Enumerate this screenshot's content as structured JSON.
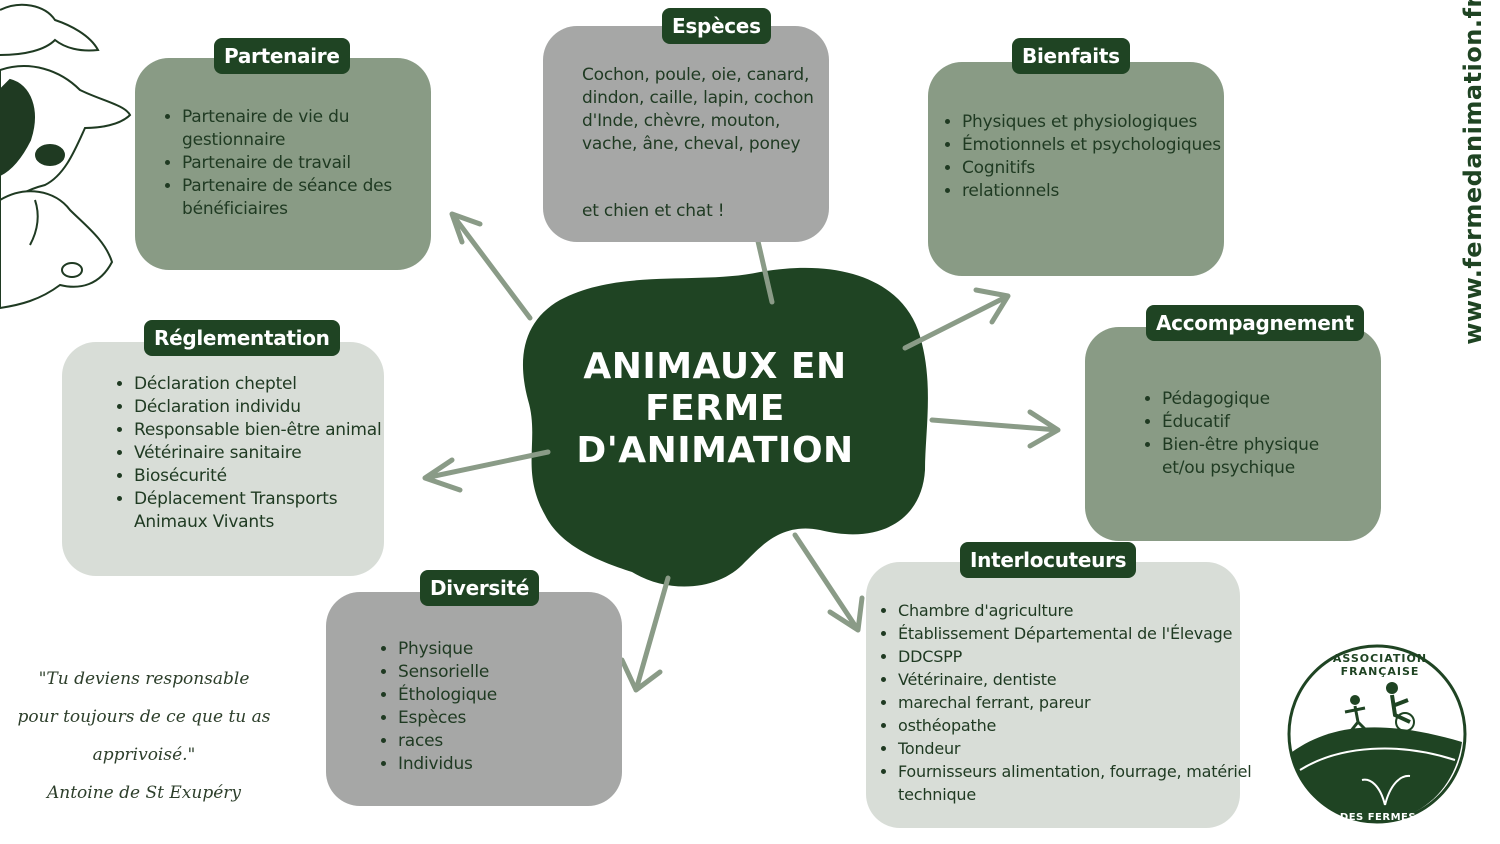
{
  "center_title": "ANIMAUX EN FERME D'ANIMATION",
  "website": "www.fermedanimation.fr",
  "quote": {
    "text": "\"Tu deviens responsable pour toujours de ce que tu as apprivoisé.\"",
    "author": "Antoine de St Exupéry"
  },
  "logo": {
    "top_text": "Association Française",
    "bottom_text": "des Fermes d'Animation"
  },
  "colors": {
    "dark_green": "#1f4423",
    "sage_green": "#899b85",
    "grey": "#a6a7a6",
    "light_grey": "#d8ddd7"
  },
  "sections": {
    "partenaire": {
      "label": "Partenaire",
      "items": [
        "Partenaire de vie du gestionnaire",
        "Partenaire de travail",
        "Partenaire de séance des bénéficiaires"
      ]
    },
    "especes": {
      "label": "Espèces",
      "text": "Cochon, poule, oie, canard, dindon, caille, lapin, cochon d'Inde, chèvre, mouton, vache, âne, cheval, poney",
      "text2": "et chien et chat !"
    },
    "bienfaits": {
      "label": "Bienfaits",
      "items": [
        "Physiques et physiologiques",
        "Émotionnels et psychologiques",
        "Cognitifs",
        "relationnels"
      ]
    },
    "accompagnement": {
      "label": "Accompagnement",
      "items": [
        "Pédagogique",
        "Éducatif",
        "Bien-être physique et/ou psychique"
      ]
    },
    "reglementation": {
      "label": "Réglementation",
      "items": [
        "Déclaration cheptel",
        "Déclaration individu",
        "Responsable bien-être animal",
        "Vétérinaire sanitaire",
        "Biosécurité",
        "Déplacement Transports Animaux Vivants"
      ]
    },
    "diversite": {
      "label": "Diversité",
      "items": [
        "Physique",
        "Sensorielle",
        "Éthologique",
        "Espèces",
        "races",
        "Individus"
      ]
    },
    "interlocuteurs": {
      "label": "Interlocuteurs",
      "items": [
        "Chambre d'agriculture",
        "Établissement Départemental de l'Élevage",
        "DDCSPP",
        "Vétérinaire, dentiste",
        "marechal ferrant, pareur",
        "osthéopathe",
        "Tondeur",
        "Fournisseurs alimentation, fourrage, matériel technique"
      ]
    }
  }
}
